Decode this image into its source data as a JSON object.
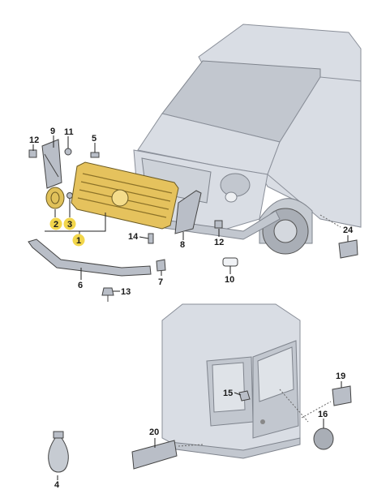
{
  "callouts": {
    "c1": "1",
    "c2": "2",
    "c3": "3",
    "c4": "4",
    "c5": "5",
    "c6": "6",
    "c7": "7",
    "c8": "8",
    "c9": "9",
    "c10": "10",
    "c11": "11",
    "c12a": "12",
    "c12b": "12",
    "c13": "13",
    "c14": "14",
    "c15": "15",
    "c16": "16",
    "c19": "19",
    "c20": "20",
    "c24": "24"
  },
  "colors": {
    "highlight": "#f2d64b",
    "grille": "#e5c25d",
    "van": "#d9dde4",
    "part": "#b9bec7"
  }
}
